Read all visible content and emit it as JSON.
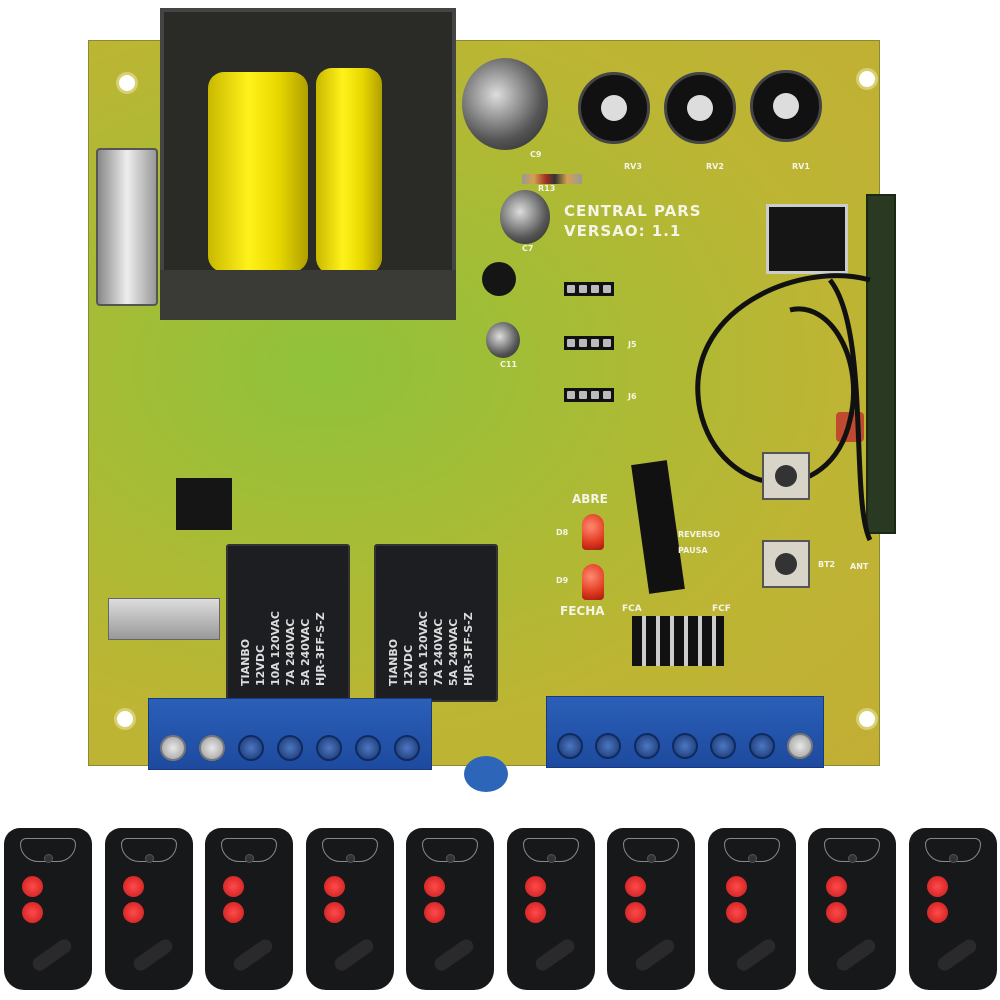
{
  "board": {
    "title": "CENTRAL PARS",
    "version": "VERSAO: 1.1",
    "led_open_label": "ABRE",
    "led_close_label": "FECHA",
    "led_open_ref": "D8",
    "led_close_ref": "D9",
    "pot_labels": [
      "RV3",
      "RV2",
      "RV1"
    ],
    "cap_labels": [
      "C9",
      "C7",
      "C11"
    ],
    "resistor_label": "R13",
    "jumper_labels": [
      "J5",
      "J6"
    ],
    "limit_labels": [
      "FCA",
      "FCF"
    ],
    "option_labels": [
      "REVERSO",
      "PAUSA"
    ],
    "button_label": "BT2",
    "antenna_label": "ANT"
  },
  "relays": [
    {
      "brand": "TIANBO",
      "coil": "12VDC",
      "ratings": [
        "10A 120VAC",
        "7A 240VAC",
        "5A 240VAC"
      ],
      "model": "HJR-3FF-S-Z"
    },
    {
      "brand": "TIANBO",
      "coil": "12VDC",
      "ratings": [
        "10A 120VAC",
        "7A 240VAC",
        "5A 240VAC"
      ],
      "model": "HJR-3FF-S-Z"
    }
  ],
  "colors": {
    "pcb": "#b8b834",
    "terminal": "#2356ad",
    "remote": "#17181a",
    "remote_button": "#e02424",
    "coil": "#f2e610"
  },
  "remotes_count": 10
}
